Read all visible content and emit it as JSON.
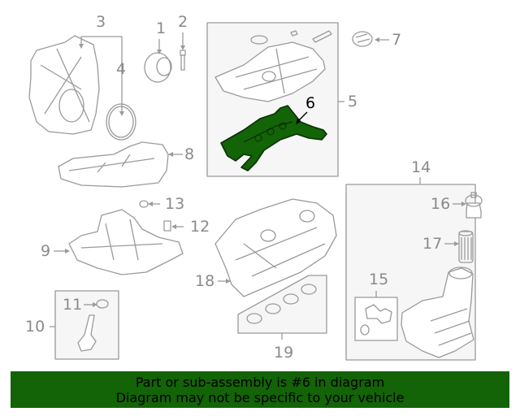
{
  "diagram": {
    "highlight_color": "#136307",
    "line_color": "#9a9a9a",
    "box_fill": "#f6f6f6",
    "callouts": [
      {
        "id": "1",
        "label": "1"
      },
      {
        "id": "2",
        "label": "2"
      },
      {
        "id": "3",
        "label": "3"
      },
      {
        "id": "4",
        "label": "4"
      },
      {
        "id": "5",
        "label": "5"
      },
      {
        "id": "6",
        "label": "6",
        "highlighted": true
      },
      {
        "id": "7",
        "label": "7"
      },
      {
        "id": "8",
        "label": "8"
      },
      {
        "id": "9",
        "label": "9"
      },
      {
        "id": "10",
        "label": "10"
      },
      {
        "id": "11",
        "label": "11"
      },
      {
        "id": "12",
        "label": "12"
      },
      {
        "id": "13",
        "label": "13"
      },
      {
        "id": "14",
        "label": "14"
      },
      {
        "id": "15",
        "label": "15"
      },
      {
        "id": "16",
        "label": "16"
      },
      {
        "id": "17",
        "label": "17"
      },
      {
        "id": "18",
        "label": "18"
      },
      {
        "id": "19",
        "label": "19"
      }
    ]
  },
  "banner": {
    "line1": "Part or sub-assembly is #6 in diagram",
    "line2": "Diagram may not be specific to your vehicle",
    "background": "#136307"
  }
}
